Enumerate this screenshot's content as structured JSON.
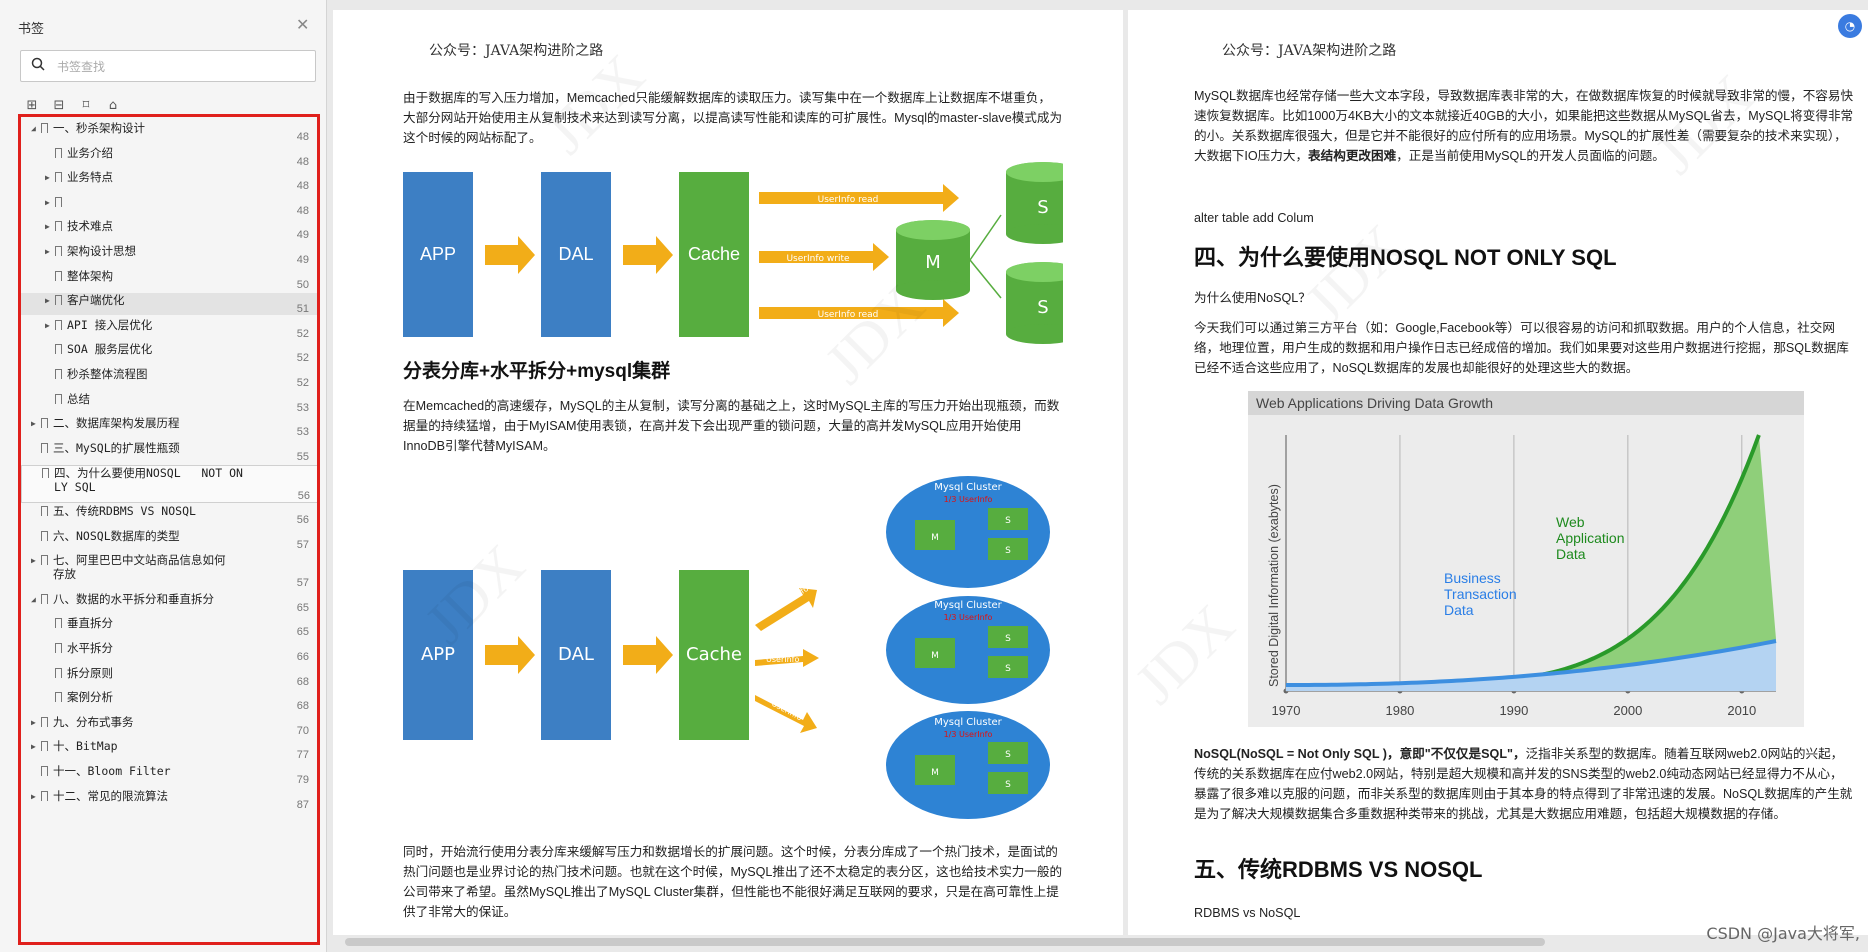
{
  "sidebar": {
    "title": "书签",
    "close_icon": "close-icon",
    "search_placeholder": "书签查找",
    "toc": [
      {
        "label": "一、秒杀架构设计",
        "page": "48",
        "level": 0,
        "arrow": "down"
      },
      {
        "label": "业务介绍",
        "page": "48",
        "level": 1,
        "arrow": ""
      },
      {
        "label": "业务特点",
        "page": "48",
        "level": 1,
        "arrow": "right"
      },
      {
        "label": "",
        "page": "48",
        "level": 1,
        "arrow": "right"
      },
      {
        "label": "技术难点",
        "page": "49",
        "level": 1,
        "arrow": "right"
      },
      {
        "label": "架构设计思想",
        "page": "49",
        "level": 1,
        "arrow": "right"
      },
      {
        "label": "整体架构",
        "page": "50",
        "level": 1,
        "arrow": ""
      },
      {
        "label": "客户端优化",
        "page": "51",
        "level": 1,
        "arrow": "right"
      },
      {
        "label": "API 接入层优化",
        "page": "52",
        "level": 1,
        "arrow": "right"
      },
      {
        "label": "SOA 服务层优化",
        "page": "52",
        "level": 1,
        "arrow": ""
      },
      {
        "label": "秒杀整体流程图",
        "page": "52",
        "level": 1,
        "arrow": ""
      },
      {
        "label": "总结",
        "page": "53",
        "level": 1,
        "arrow": ""
      },
      {
        "label": "二、数据库架构发展历程",
        "page": "53",
        "level": 0,
        "arrow": "right"
      },
      {
        "label": "三、MySQL的扩展性瓶颈",
        "page": "55",
        "level": 0,
        "arrow": ""
      },
      {
        "label": "四、为什么要使用NOSQL   NOT ON\nLY SQL",
        "page": "56",
        "level": 0,
        "arrow": ""
      },
      {
        "label": "五、传统RDBMS VS NOSQL",
        "page": "56",
        "level": 0,
        "arrow": ""
      },
      {
        "label": "六、NOSQL数据库的类型",
        "page": "57",
        "level": 0,
        "arrow": ""
      },
      {
        "label": "七、阿里巴巴中文站商品信息如何\n存放",
        "page": "57",
        "level": 0,
        "arrow": "right"
      },
      {
        "label": "八、数据的水平拆分和垂直拆分",
        "page": "65",
        "level": 0,
        "arrow": "down"
      },
      {
        "label": "垂直拆分",
        "page": "65",
        "level": 1,
        "arrow": ""
      },
      {
        "label": "水平拆分",
        "page": "66",
        "level": 1,
        "arrow": ""
      },
      {
        "label": "拆分原则",
        "page": "68",
        "level": 1,
        "arrow": ""
      },
      {
        "label": "案例分析",
        "page": "68",
        "level": 1,
        "arrow": ""
      },
      {
        "label": "九、分布式事务",
        "page": "70",
        "level": 0,
        "arrow": "right"
      },
      {
        "label": "十、BitMap",
        "page": "77",
        "level": 0,
        "arrow": "right"
      },
      {
        "label": "十一、Bloom Filter",
        "page": "79",
        "level": 0,
        "arrow": ""
      },
      {
        "label": "十二、常见的限流算法",
        "page": "87",
        "level": 0,
        "arrow": "right"
      }
    ]
  },
  "page_left": {
    "header": "公众号：JAVA架构进阶之路",
    "p1": "由于数据库的写入压力增加，Memcached只能缓解数据库的读取压力。读写集中在一个数据库上让数据库不堪重负，大部分网站开始使用主从复制技术来达到读写分离，以提高读写性能和读库的可扩展性。Mysql的master-slave模式成为这个时候的网站标配了。",
    "diag1": {
      "app": "APP",
      "dal": "DAL",
      "cache": "Cache",
      "m": "M",
      "s": "S",
      "read": "UserInfo  read",
      "write": "UserInfo  write"
    },
    "h2": "分表分库+水平拆分+mysql集群",
    "p2": "在Memcached的高速缓存，MySQL的主从复制，读写分离的基础之上，这时MySQL主库的写压力开始出现瓶颈，而数据量的持续猛增，由于MyISAM使用表锁，在高并发下会出现严重的锁问题，大量的高并发MySQL应用开始使用InnoDB引擎代替MyISAM。",
    "diag2": {
      "app": "APP",
      "dal": "DAL",
      "cache": "Cache",
      "cluster": "Mysql Cluster",
      "c1": "1/3 UserInfo",
      "c2": "1/3 UserInfo",
      "c3": "1/3 UserInfo",
      "m": "M",
      "s": "S",
      "ui": "UserInfo"
    },
    "p3": "同时，开始流行使用分表分库来缓解写压力和数据增长的扩展问题。这个时候，分表分库成了一个热门技术，是面试的热门问题也是业界讨论的热门技术问题。也就在这个时候，MySQL推出了还不太稳定的表分区，这也给技术实力一般的公司带来了希望。虽然MySQL推出了MySQL Cluster集群，但性能也不能很好满足互联网的要求，只是在高可靠性上提供了非常大的保证。"
  },
  "page_right": {
    "header": "公众号：JAVA架构进阶之路",
    "p1": "MySQL数据库也经常存储一些大文本字段，导致数据库表非常的大，在做数据库恢复的时候就导致非常的慢，不容易快速恢复数据库。比如1000万4KB大小的文本就接近40GB的大小，如果能把这些数据从MySQL省去，MySQL将变得非常的小。关系数据库很强大，但是它并不能很好的应付所有的应用场景。MySQL的扩展性差（需要复杂的技术来实现），大数据下IO压力大，",
    "p1_bold": "表结构更改困难",
    "p1_tail": "，正是当前使用MySQL的开发人员面临的问题。",
    "alter": "alter table add Colum",
    "h1": "四、为什么要使用NOSQL   NOT ONLY SQL",
    "q": "为什么使用NoSQL？",
    "p2": "今天我们可以通过第三方平台（如：Google,Facebook等）可以很容易的访问和抓取数据。用户的个人信息，社交网络，地理位置，用户生成的数据和用户操作日志已经成倍的增加。我们如果要对这些用户数据进行挖掘，那SQL数据库已经不适合这些应用了，NoSQL数据库的发展也却能很好的处理这些大的数据。",
    "p3_bold": "NoSQL(NoSQL = Not Only SQL )，意即\"不仅仅是SQL\"，",
    "p3": "泛指非关系型的数据库。随着互联网web2.0网站的兴起，传统的关系数据库在应付web2.0网站，特别是超大规模和高并发的SNS类型的web2.0纯动态网站已经显得力不从心，暴露了很多难以克服的问题，而非关系型的数据库则由于其本身的特点得到了非常迅速的发展。NoSQL数据库的产生就是为了解决大规模数据集合多重数据种类带来的挑战，尤其是大数据应用难题，包括超大规模数据的存储。",
    "h1b": "五、传统RDBMS VS NOSQL",
    "p4": "RDBMS vs NoSQL"
  },
  "chart_data": {
    "type": "area",
    "title": "Web Applications Driving Data Growth",
    "ylabel": "Stored Digital Information (exabytes)",
    "xlabel": "",
    "x": [
      1970,
      1980,
      1990,
      2000,
      2010
    ],
    "series": [
      {
        "name": "Business Transaction Data",
        "color": "#3d8fe0"
      },
      {
        "name": "Web Application Data",
        "color": "#2a9a2a"
      }
    ],
    "xlim": [
      1970,
      2013
    ]
  },
  "watermark": "JDX",
  "footer": {
    "csdn": "CSDN @Java大将军,"
  }
}
